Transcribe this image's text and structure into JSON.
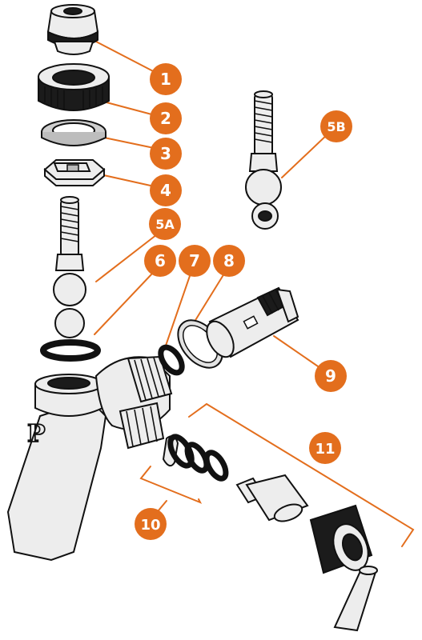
{
  "title": "",
  "accent_color": "#e36e1d",
  "callouts": [
    {
      "id": "c1",
      "label": "1"
    },
    {
      "id": "c2",
      "label": "2"
    },
    {
      "id": "c3",
      "label": "3"
    },
    {
      "id": "c4",
      "label": "4"
    },
    {
      "id": "c5a",
      "label": "5A"
    },
    {
      "id": "c5b",
      "label": "5B"
    },
    {
      "id": "c6",
      "label": "6"
    },
    {
      "id": "c7",
      "label": "7"
    },
    {
      "id": "c8",
      "label": "8"
    },
    {
      "id": "c9",
      "label": "9"
    },
    {
      "id": "c10",
      "label": "10"
    },
    {
      "id": "c11",
      "label": "11"
    }
  ],
  "logo_letter": "P"
}
